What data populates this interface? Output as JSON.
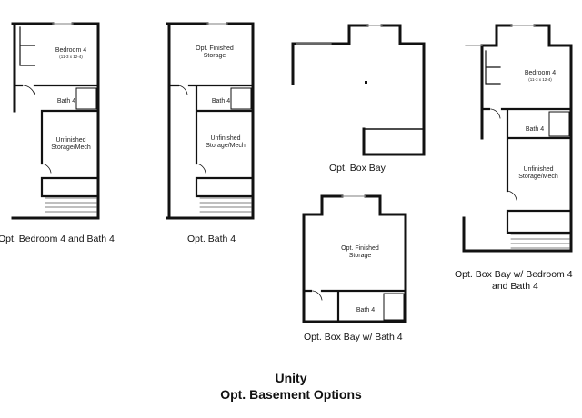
{
  "plans": {
    "p1": {
      "bedroom_label": "Bedroom 4",
      "bedroom_dims": "(11-3 x 12-4)",
      "bath_label": "Bath 4",
      "storage_line1": "Unfinished",
      "storage_line2": "Storage/Mech",
      "caption": "Opt. Bedroom 4 and Bath 4"
    },
    "p2": {
      "storage_line1": "Opt. Finished",
      "storage_line2": "Storage",
      "bath_label": "Bath 4",
      "unfinished_line1": "Unfinished",
      "unfinished_line2": "Storage/Mech",
      "caption": "Opt. Bath 4"
    },
    "p3": {
      "caption": "Opt. Box Bay"
    },
    "p4": {
      "storage_line1": "Opt. Finished",
      "storage_line2": "Storage",
      "bath_label": "Bath 4",
      "caption": "Opt. Box Bay w/ Bath 4"
    },
    "p5": {
      "bedroom_label": "Bedroom 4",
      "bedroom_dims": "(11-3 x 12-4)",
      "bath_label": "Bath 4",
      "storage_line1": "Unfinished",
      "storage_line2": "Storage/Mech",
      "caption_line1": "Opt. Box Bay w/ Bedroom 4",
      "caption_line2": "and Bath 4"
    }
  },
  "footer": {
    "title_line1": "Unity",
    "title_line2": "Opt. Basement Options"
  }
}
